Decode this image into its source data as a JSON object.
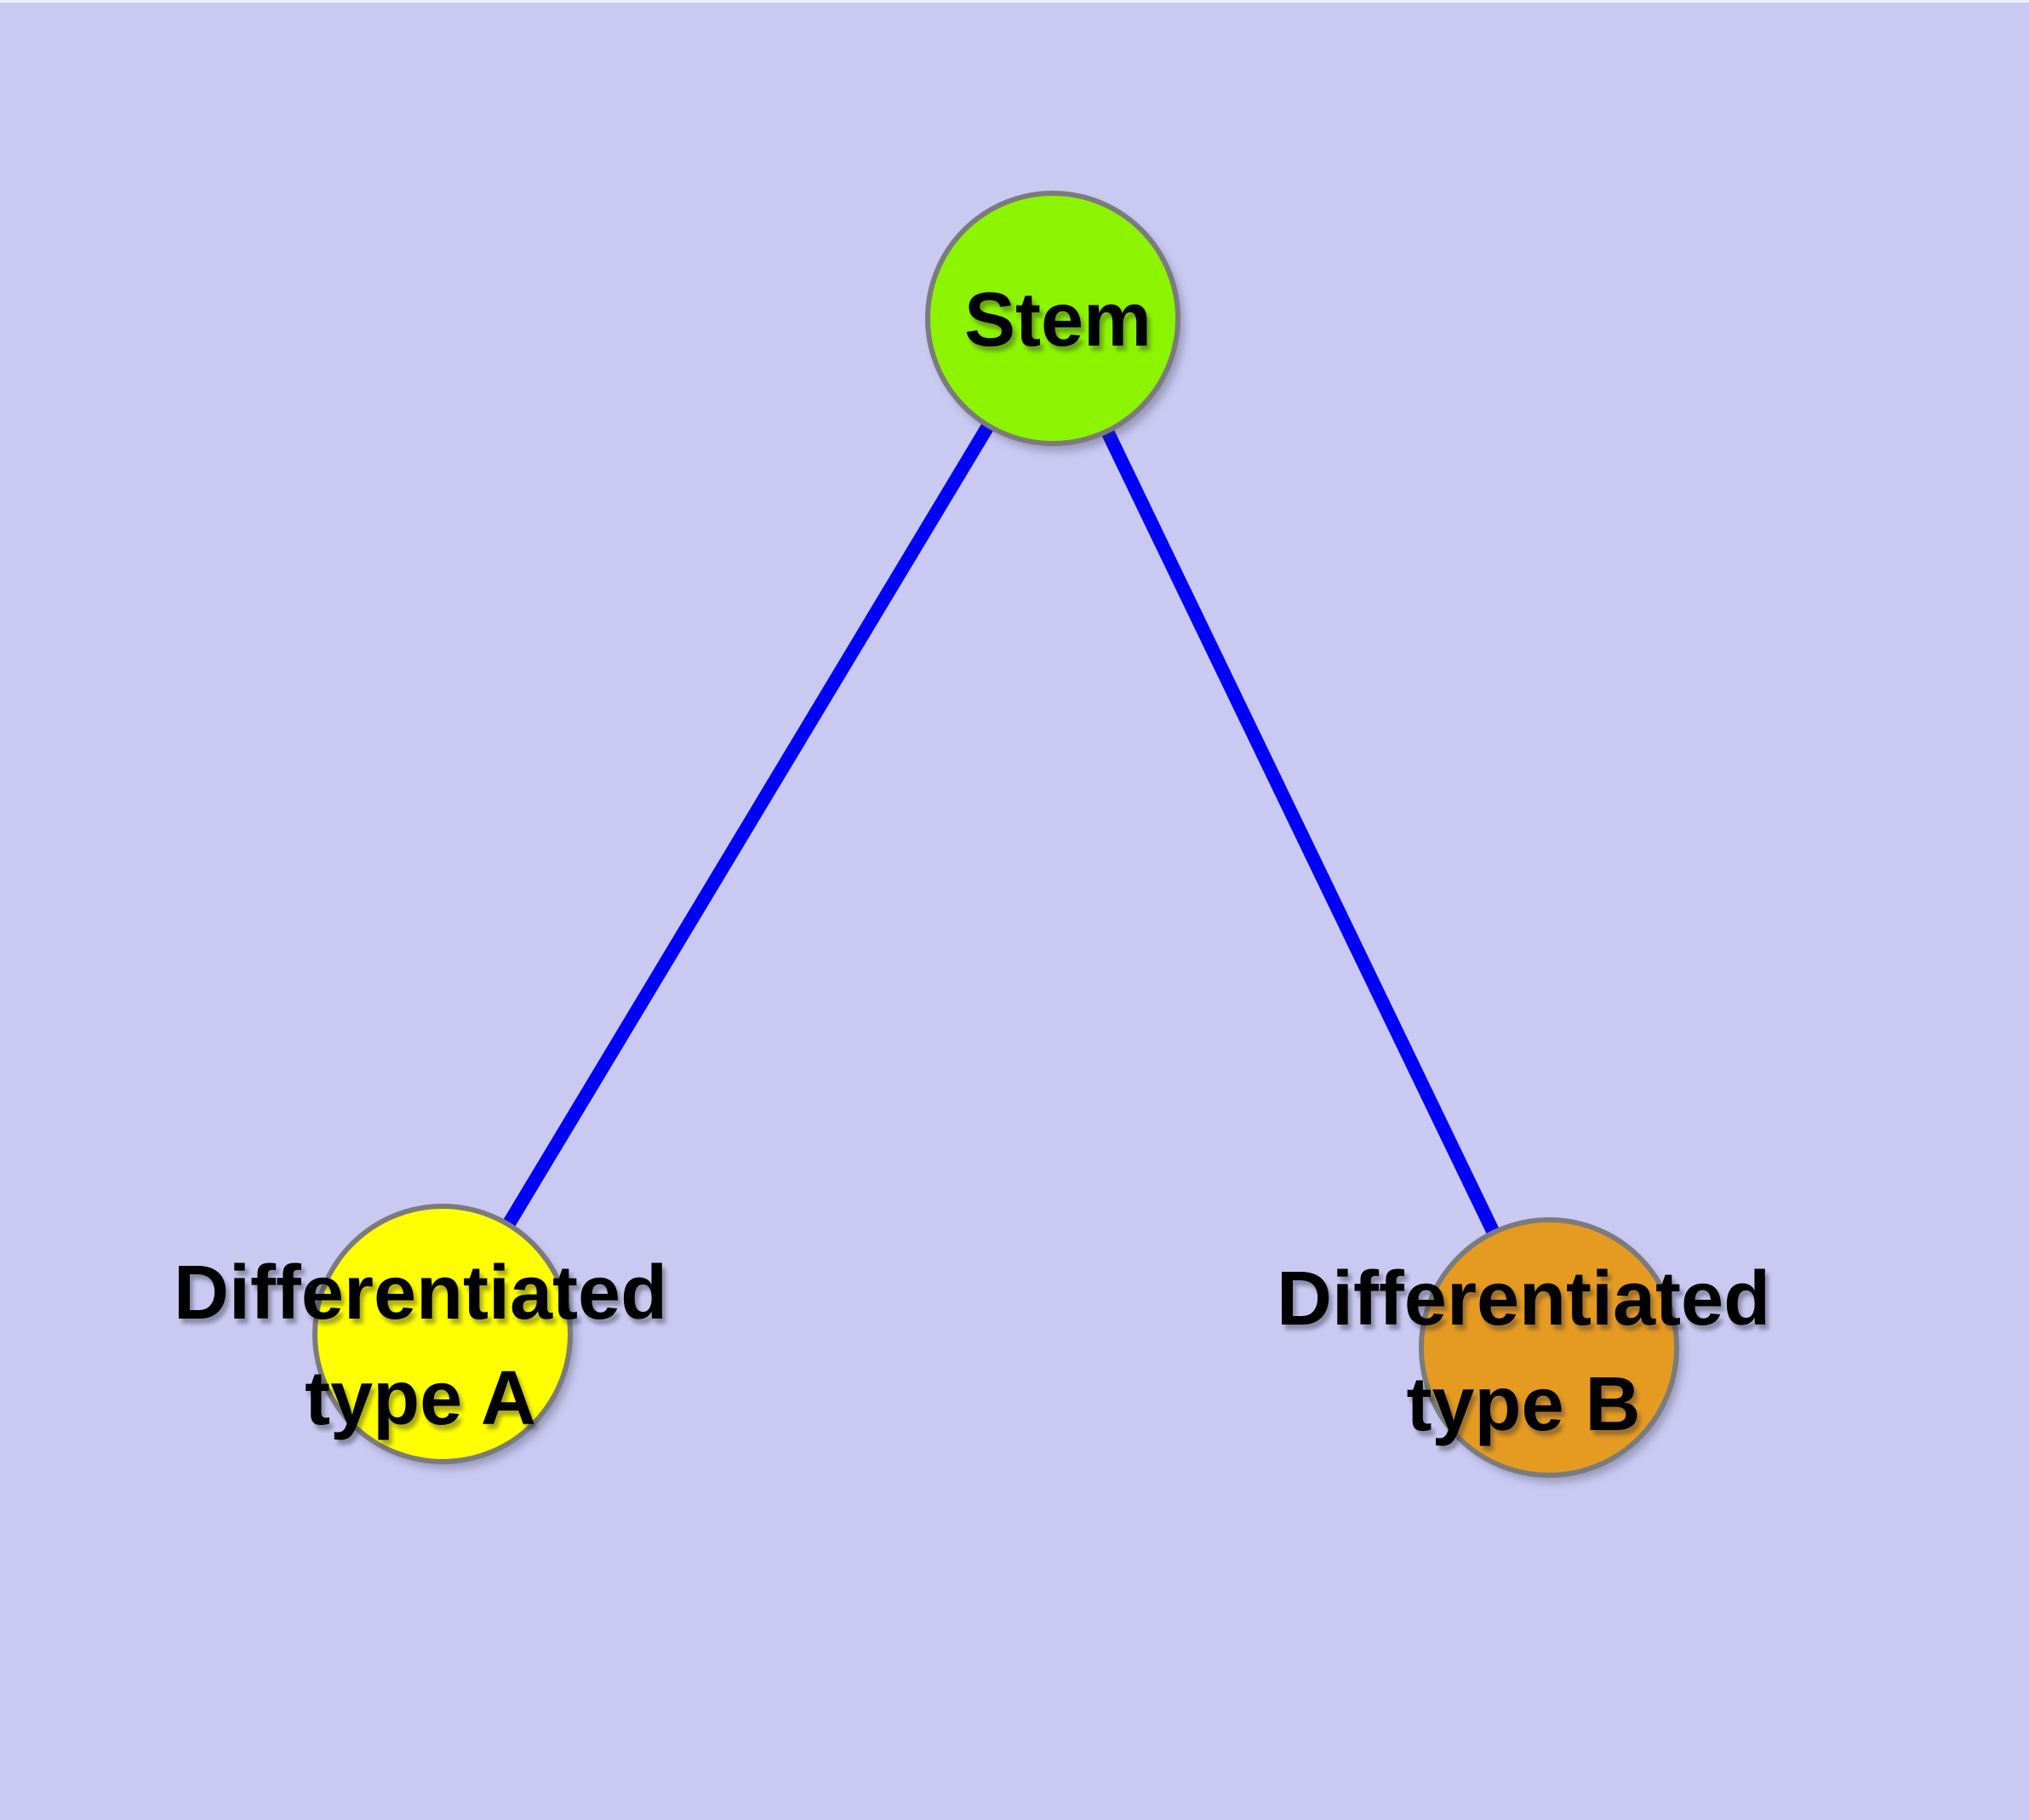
{
  "diagram": {
    "type": "graph",
    "background_color": "#c9c9f2",
    "edge_color": "#0101fa",
    "node_border_color": "#7b7b7b",
    "label_color": "#000000",
    "nodes": [
      {
        "id": "stem",
        "label": "Stem",
        "fill": "#8df400"
      },
      {
        "id": "diff-a",
        "label": "Differentiated type A",
        "label_line1": "Differentiated",
        "label_line2": "type A",
        "fill": "#ffff00"
      },
      {
        "id": "diff-b",
        "label": "Differentiated type B",
        "label_line1": "Differentiated",
        "label_line2": "type B",
        "fill": "#e59b22"
      }
    ],
    "edges": [
      {
        "from": "Stem",
        "to": "Differentiated type A"
      },
      {
        "from": "Stem",
        "to": "Differentiated type B"
      }
    ]
  }
}
